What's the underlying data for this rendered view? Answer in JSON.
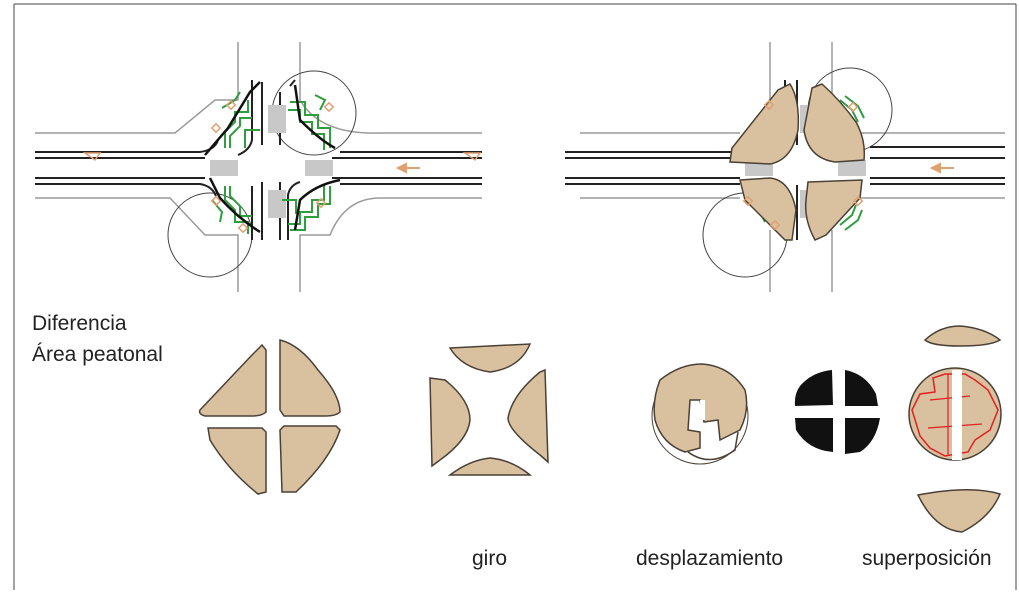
{
  "labels": {
    "title_line1": "Diferencia",
    "title_line2": "Área peatonal",
    "giro": "giro",
    "desplazamiento": "desplazamiento",
    "superposicion": "superposición"
  },
  "colors": {
    "sidewalk_fill": "#d9c1a0",
    "sidewalk_stroke": "#4a4035",
    "curb_green": "#2e9e3e",
    "overlap_red": "#e22020",
    "difference_black": "#111111",
    "road_line": "#222222",
    "crossing_gray": "#c8c8c8",
    "marker_orange": "#e0a070"
  },
  "icons": {
    "arrow": "left-arrow-icon",
    "marker": "diamond-marker-icon"
  }
}
